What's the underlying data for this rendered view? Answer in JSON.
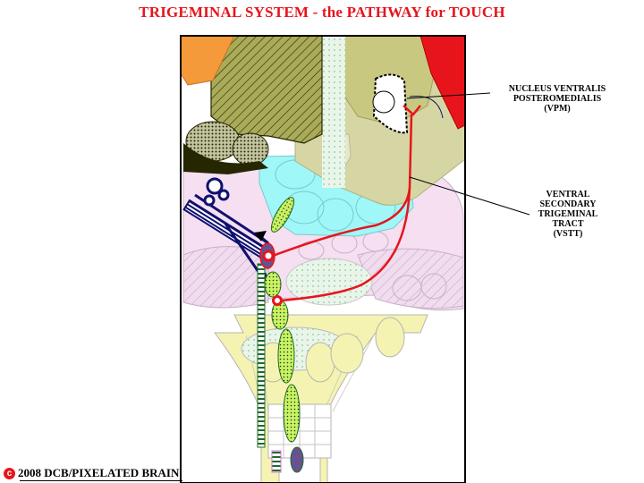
{
  "title": "TRIGEMINAL SYSTEM - the PATHWAY for TOUCH",
  "labels": {
    "vpm": [
      "NUCLEUS VENTRALIS",
      "POSTEROMEDIALIS",
      "(VPM)"
    ],
    "vstt": [
      "VENTRAL",
      "SECONDARY",
      "TRIGEMINAL",
      "TRACT",
      "(VSTT)"
    ]
  },
  "copyright": {
    "symbol": "c",
    "text": "2008  DCB/PIXELATED BRAIN"
  },
  "colors": {
    "pathway_red": "#e8141c",
    "afferent_navy": "#101070",
    "thalamus_khaki": "#d6d6a4",
    "striped_olive": "#a9ab58",
    "cyan_region": "#9ff7f7",
    "pink_region": "#f5dff1",
    "green_nucleus": "#c9f264"
  }
}
